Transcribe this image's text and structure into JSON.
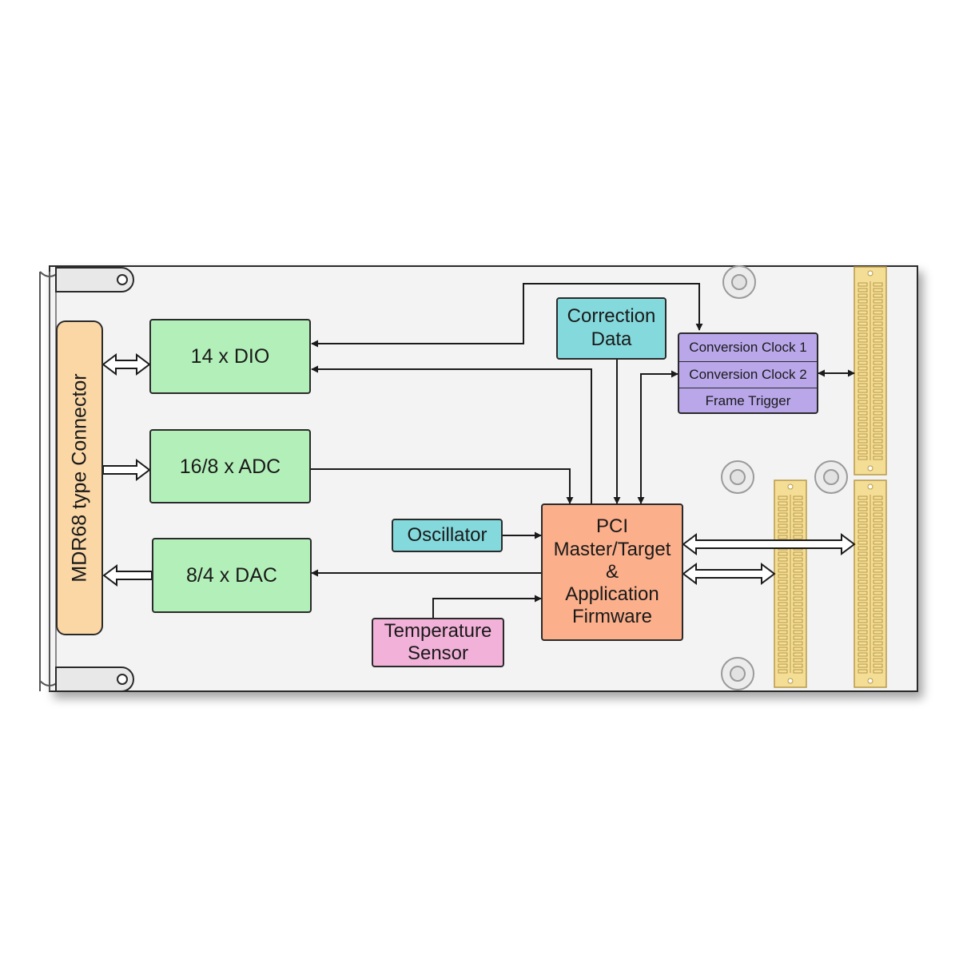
{
  "blocks": {
    "connector": "MDR68 type Connector",
    "dio": "14 x DIO",
    "adc": "16/8 x ADC",
    "dac": "8/4 x DAC",
    "correction": "Correction\nData",
    "oscillator": "Oscillator",
    "temperature": "Temperature\nSensor",
    "pci": "PCI\nMaster/Target\n&\nApplication\nFirmware"
  },
  "clock_group": {
    "clock1": "Conversion Clock 1",
    "clock2": "Conversion Clock 2",
    "frame": "Frame Trigger"
  },
  "colors": {
    "board": "#f3f3f3",
    "logic_blocks": "#b3f0b9",
    "correction_oscillator": "#84d9dc",
    "temperature": "#f2b1d8",
    "pci": "#fcaf8b",
    "clock_group": "#b9a7ea",
    "connector": "#fbd7a6",
    "pin_headers": "#f4dd94"
  }
}
